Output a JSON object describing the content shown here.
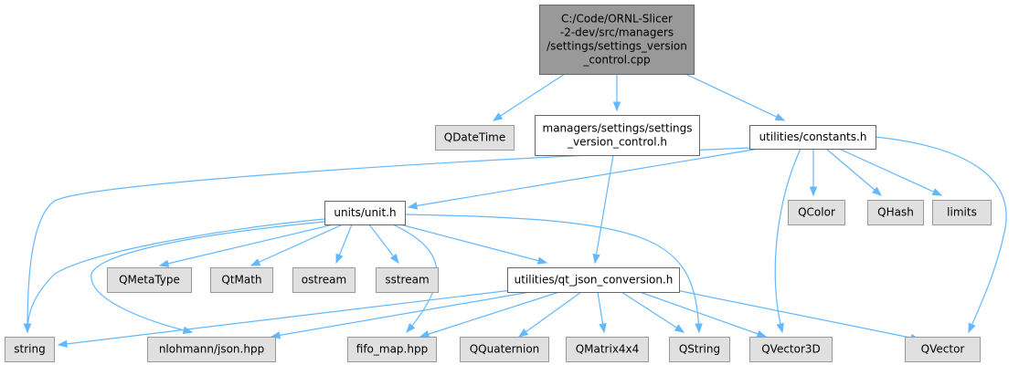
{
  "colors": {
    "root_fill": "#999999",
    "root_stroke": "#666666",
    "header_fill": "#ffffff",
    "header_stroke": "#666666",
    "external_fill": "#e0e0e0",
    "external_stroke": "#999999",
    "edge": "#63b8ff"
  },
  "nodes": [
    {
      "id": "settings_version_control_cpp",
      "kind": "root",
      "lines": [
        "C:/Code/ORNL-Slicer",
        "-2-dev/src/managers",
        "/settings/settings_version",
        "_control.cpp"
      ]
    },
    {
      "id": "QDateTime",
      "kind": "external",
      "lines": [
        "QDateTime"
      ]
    },
    {
      "id": "settings_version_control_h",
      "kind": "header",
      "lines": [
        "managers/settings/settings",
        "_version_control.h"
      ]
    },
    {
      "id": "constants_h",
      "kind": "header",
      "lines": [
        "utilities/constants.h"
      ]
    },
    {
      "id": "unit_h",
      "kind": "header",
      "lines": [
        "units/unit.h"
      ]
    },
    {
      "id": "QColor",
      "kind": "external",
      "lines": [
        "QColor"
      ]
    },
    {
      "id": "QHash",
      "kind": "external",
      "lines": [
        "QHash"
      ]
    },
    {
      "id": "limits",
      "kind": "external",
      "lines": [
        "limits"
      ]
    },
    {
      "id": "QMetaType",
      "kind": "external",
      "lines": [
        "QMetaType"
      ]
    },
    {
      "id": "QtMath",
      "kind": "external",
      "lines": [
        "QtMath"
      ]
    },
    {
      "id": "ostream",
      "kind": "external",
      "lines": [
        "ostream"
      ]
    },
    {
      "id": "sstream",
      "kind": "external",
      "lines": [
        "sstream"
      ]
    },
    {
      "id": "qt_json_conversion_h",
      "kind": "header",
      "lines": [
        "utilities/qt_json_conversion.h"
      ]
    },
    {
      "id": "string",
      "kind": "external",
      "lines": [
        "string"
      ]
    },
    {
      "id": "nlohmann_json",
      "kind": "external",
      "lines": [
        "nlohmann/json.hpp"
      ]
    },
    {
      "id": "fifo_map",
      "kind": "external",
      "lines": [
        "fifo_map.hpp"
      ]
    },
    {
      "id": "QQuaternion",
      "kind": "external",
      "lines": [
        "QQuaternion"
      ]
    },
    {
      "id": "QMatrix4x4",
      "kind": "external",
      "lines": [
        "QMatrix4x4"
      ]
    },
    {
      "id": "QString",
      "kind": "external",
      "lines": [
        "QString"
      ]
    },
    {
      "id": "QVector3D",
      "kind": "external",
      "lines": [
        "QVector3D"
      ]
    },
    {
      "id": "QVector",
      "kind": "external",
      "lines": [
        "QVector"
      ]
    }
  ],
  "edges": [
    {
      "from": "settings_version_control_cpp",
      "to": "QDateTime"
    },
    {
      "from": "settings_version_control_cpp",
      "to": "settings_version_control_h"
    },
    {
      "from": "settings_version_control_cpp",
      "to": "constants_h"
    },
    {
      "from": "settings_version_control_h",
      "to": "qt_json_conversion_h"
    },
    {
      "from": "constants_h",
      "to": "unit_h"
    },
    {
      "from": "constants_h",
      "to": "string"
    },
    {
      "from": "constants_h",
      "to": "QColor"
    },
    {
      "from": "constants_h",
      "to": "QHash"
    },
    {
      "from": "constants_h",
      "to": "limits"
    },
    {
      "from": "constants_h",
      "to": "QVector3D"
    },
    {
      "from": "constants_h",
      "to": "QVector"
    },
    {
      "from": "unit_h",
      "to": "string"
    },
    {
      "from": "unit_h",
      "to": "nlohmann_json"
    },
    {
      "from": "unit_h",
      "to": "QMetaType"
    },
    {
      "from": "unit_h",
      "to": "QtMath"
    },
    {
      "from": "unit_h",
      "to": "ostream"
    },
    {
      "from": "unit_h",
      "to": "sstream"
    },
    {
      "from": "unit_h",
      "to": "fifo_map"
    },
    {
      "from": "unit_h",
      "to": "qt_json_conversion_h"
    },
    {
      "from": "unit_h",
      "to": "QString"
    },
    {
      "from": "qt_json_conversion_h",
      "to": "string"
    },
    {
      "from": "qt_json_conversion_h",
      "to": "nlohmann_json"
    },
    {
      "from": "qt_json_conversion_h",
      "to": "fifo_map"
    },
    {
      "from": "qt_json_conversion_h",
      "to": "QQuaternion"
    },
    {
      "from": "qt_json_conversion_h",
      "to": "QMatrix4x4"
    },
    {
      "from": "qt_json_conversion_h",
      "to": "QString"
    },
    {
      "from": "qt_json_conversion_h",
      "to": "QVector3D"
    },
    {
      "from": "qt_json_conversion_h",
      "to": "QVector"
    }
  ]
}
